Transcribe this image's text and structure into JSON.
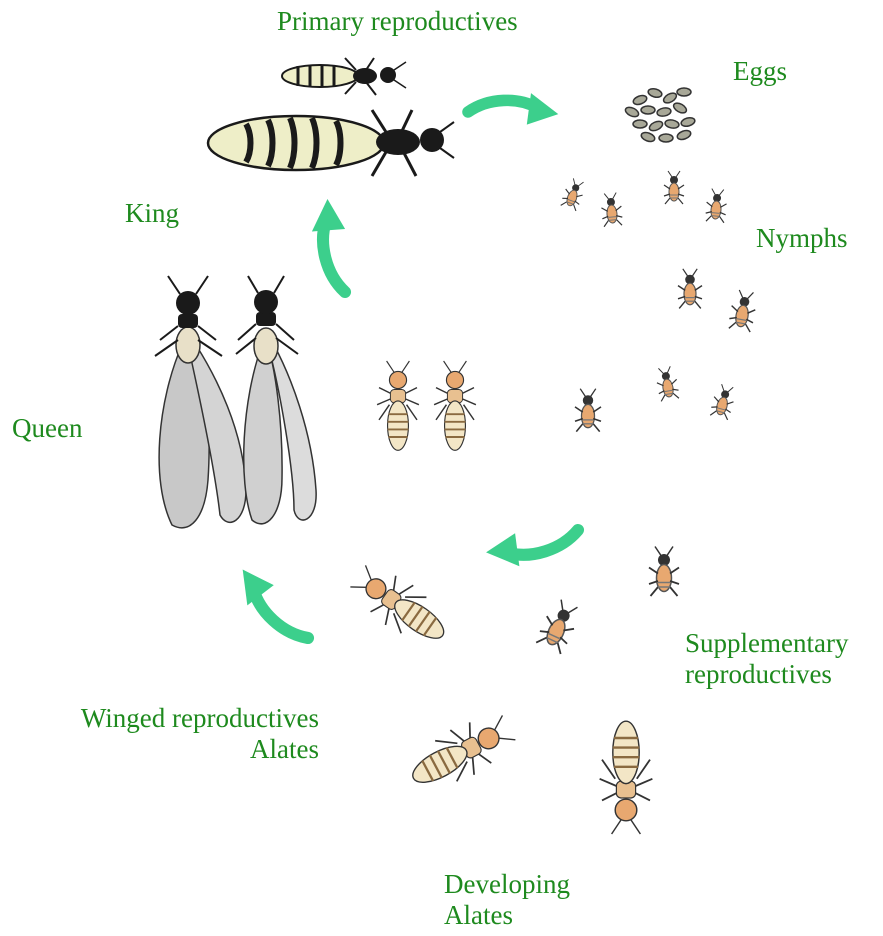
{
  "diagram": {
    "labels": {
      "primary_reproductives": "Primary reproductives",
      "eggs": "Eggs",
      "king": "King",
      "nymphs": "Nymphs",
      "queen": "Queen",
      "supplementary_line1": "Supplementary",
      "supplementary_line2": "reproductives",
      "winged_line1": "Winged reproductives",
      "winged_line2": "Alates",
      "developing_line1": "Developing",
      "developing_line2": "Alates"
    },
    "colors": {
      "label_green": "#1e8a1e",
      "arrow_green": "#3ccf8c",
      "insect_dark": "#1a1a1a",
      "abdomen_cream": "#eeeec8",
      "nymph_orange": "#e8a870",
      "wing_gray": "#c8c8c8"
    }
  }
}
